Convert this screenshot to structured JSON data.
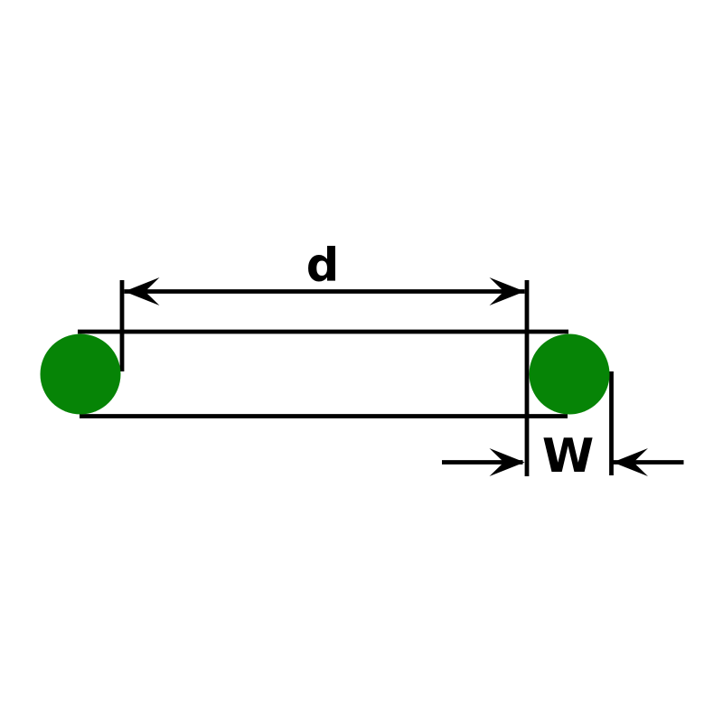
{
  "diagram": {
    "title": "o-ring cross-section dimension drawing",
    "labels": {
      "inner_diameter": "d",
      "cross_section_width": "W"
    },
    "colors": {
      "ring_fill": "#068406",
      "line": "#000000",
      "background": "#ffffff"
    }
  }
}
